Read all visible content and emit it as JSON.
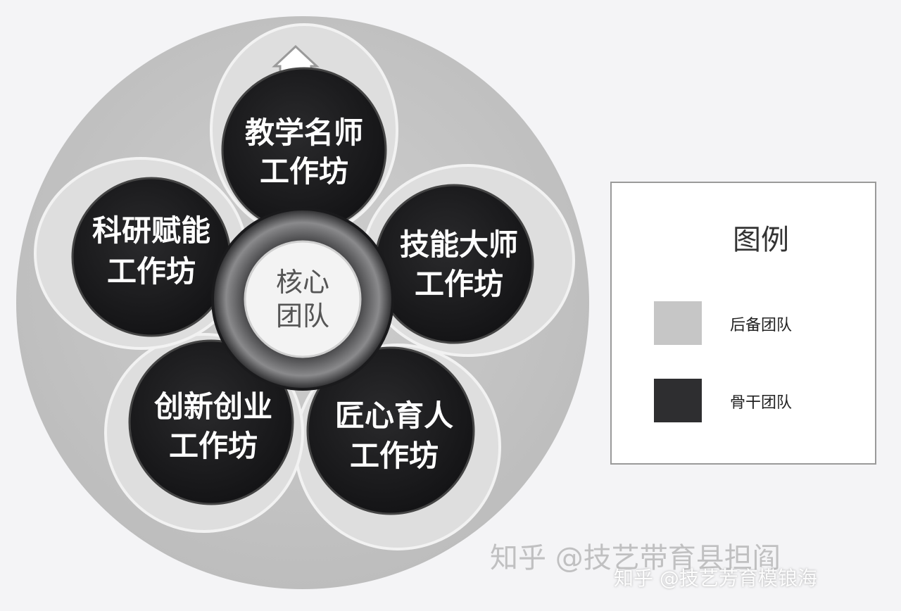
{
  "diagram": {
    "petals": [
      {
        "id": "teaching",
        "line1": "教学名师",
        "line2": "工作坊"
      },
      {
        "id": "skill",
        "line1": "技能大师",
        "line2": "工作坊"
      },
      {
        "id": "craftsman",
        "line1": "匠心育人",
        "line2": "工作坊"
      },
      {
        "id": "innovation",
        "line1": "创新创业",
        "line2": "工作坊"
      },
      {
        "id": "research",
        "line1": "科研赋能",
        "line2": "工作坊"
      }
    ],
    "core": {
      "line1": "核心",
      "line2": "团队"
    }
  },
  "legend": {
    "title": "图例",
    "items": [
      {
        "label": "后备团队",
        "color": "#c6c6c6"
      },
      {
        "label": "骨干团队",
        "color": "#2e2e30"
      }
    ]
  },
  "watermark": {
    "text1": "知乎 @技艺带育县担阎",
    "text2": "知乎 @技艺芳育模锒海"
  },
  "icons": {
    "top": "house-icon"
  },
  "colors": {
    "background": "#f4f4f6",
    "outer_disc": "#c8c8c8",
    "petal": "#dcdcdc",
    "node": "#1e1e20",
    "core": "#f0f0f0"
  }
}
